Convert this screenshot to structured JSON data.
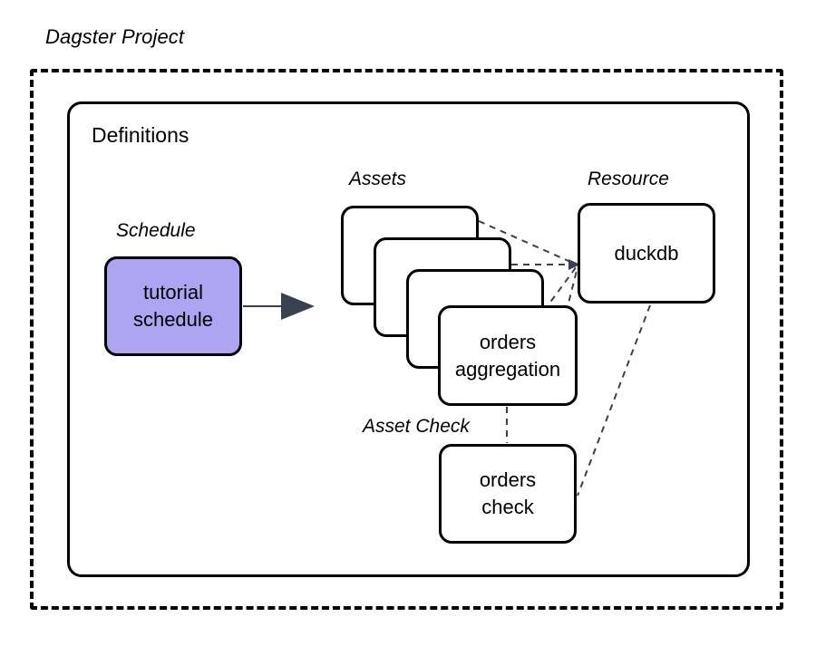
{
  "diagram": {
    "title": "Dagster Project",
    "container": {
      "label": "Definitions"
    },
    "groups": {
      "schedule": "Schedule",
      "assets": "Assets",
      "resource": "Resource",
      "asset_check": "Asset\nCheck"
    },
    "nodes": {
      "schedule": "tutorial\nschedule",
      "asset_front": "orders\naggregation",
      "asset_back_1": "",
      "asset_back_2": "",
      "asset_back_3": "",
      "resource": "duckdb",
      "asset_check": "orders\ncheck"
    },
    "colors": {
      "schedule_fill": "#ADA5F2",
      "node_stroke": "#000000",
      "arrow": "#39414F",
      "dashed_connector": "#39414F",
      "background": "#FFFFFF"
    },
    "edges": [
      {
        "from": "schedule",
        "to": "assets",
        "style": "solid-arrow"
      },
      {
        "from": "asset_back_1",
        "to": "resource",
        "style": "dashed"
      },
      {
        "from": "asset_back_2",
        "to": "resource",
        "style": "dashed"
      },
      {
        "from": "asset_back_3",
        "to": "resource",
        "style": "dashed"
      },
      {
        "from": "asset_front",
        "to": "resource",
        "style": "dashed"
      },
      {
        "from": "asset_front",
        "to": "asset_check",
        "style": "dashed"
      },
      {
        "from": "resource",
        "to": "asset_check",
        "style": "dashed"
      }
    ]
  }
}
